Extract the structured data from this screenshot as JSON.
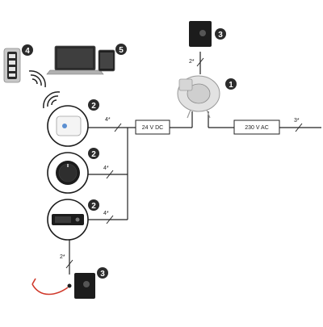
{
  "diagram": {
    "badges": {
      "remote": "4",
      "tablet": "5",
      "transformer_top": "3",
      "fan": "1",
      "thermostat": "2",
      "knob": "2",
      "display": "2",
      "transformer_bottom": "3"
    },
    "wire_labels": {
      "thermostat_wire": "4*",
      "knob_wire": "4*",
      "display_wire": "4*",
      "transformer_top_wire": "2*",
      "mains_wire": "3*",
      "sensor_wire": "2*"
    },
    "boxes": {
      "dc_supply": "24 V DC",
      "ac_supply": "230 V AC"
    },
    "colors": {
      "badge": "#2b2b2b",
      "sensor_cable": "#d0392b",
      "device_dark": "#1c1c1c"
    }
  }
}
